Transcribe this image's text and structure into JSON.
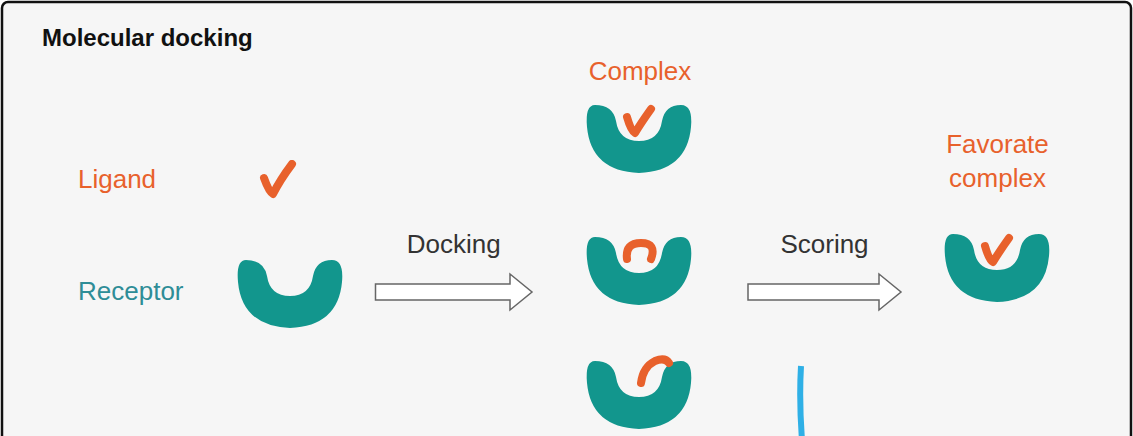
{
  "diagram": {
    "title": "Molecular docking",
    "nodes": [
      {
        "text": [
          "Ligand"
        ]
      },
      {
        "text": [
          "Receptor"
        ]
      },
      {
        "text": [
          "Complex"
        ]
      },
      {
        "text": [
          "Favorate complex"
        ]
      }
    ],
    "edges": [
      {
        "from": 1,
        "to": 2,
        "arrow": "to",
        "label": "Docking"
      },
      {
        "from": 2,
        "to": 3,
        "arrow": "to",
        "label": "Scoring"
      }
    ]
  }
}
